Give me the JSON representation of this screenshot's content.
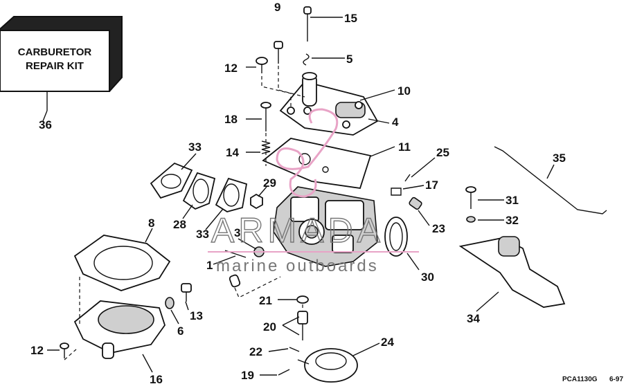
{
  "kit_box": {
    "line1": "CARBURETOR",
    "line2": "REPAIR KIT"
  },
  "callouts": [
    {
      "id": "c9",
      "text": "9"
    },
    {
      "id": "c15",
      "text": "15"
    },
    {
      "id": "c12a",
      "text": "12"
    },
    {
      "id": "c5",
      "text": "5"
    },
    {
      "id": "c10",
      "text": "10"
    },
    {
      "id": "c36",
      "text": "36"
    },
    {
      "id": "c18",
      "text": "18"
    },
    {
      "id": "c4",
      "text": "4"
    },
    {
      "id": "c33a",
      "text": "33"
    },
    {
      "id": "c14",
      "text": "14"
    },
    {
      "id": "c11",
      "text": "11"
    },
    {
      "id": "c25",
      "text": "25"
    },
    {
      "id": "c35",
      "text": "35"
    },
    {
      "id": "c29",
      "text": "29"
    },
    {
      "id": "c17",
      "text": "17"
    },
    {
      "id": "c31",
      "text": "31"
    },
    {
      "id": "c8",
      "text": "8"
    },
    {
      "id": "c28",
      "text": "28"
    },
    {
      "id": "c33b",
      "text": "33"
    },
    {
      "id": "c3",
      "text": "3"
    },
    {
      "id": "c23",
      "text": "23"
    },
    {
      "id": "c32",
      "text": "32"
    },
    {
      "id": "c1",
      "text": "1"
    },
    {
      "id": "c30",
      "text": "30"
    },
    {
      "id": "c21",
      "text": "21"
    },
    {
      "id": "c13",
      "text": "13"
    },
    {
      "id": "c6",
      "text": "6"
    },
    {
      "id": "c34",
      "text": "34"
    },
    {
      "id": "c20",
      "text": "20"
    },
    {
      "id": "c12b",
      "text": "12"
    },
    {
      "id": "c22",
      "text": "22"
    },
    {
      "id": "c24",
      "text": "24"
    },
    {
      "id": "c16",
      "text": "16"
    },
    {
      "id": "c19",
      "text": "19"
    }
  ],
  "watermark": {
    "brand": "ARMADA",
    "tagline": "marine outboards"
  },
  "figure_code": "PCA1130G",
  "figure_date": "6-97",
  "colors": {
    "line": "#111111",
    "watermark": "#777777",
    "watermark_logo": "#e8a3c6"
  }
}
